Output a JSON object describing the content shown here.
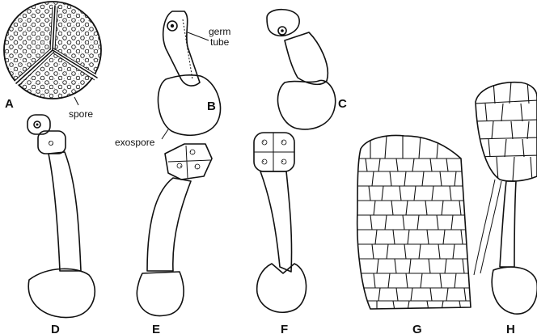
{
  "panels": {
    "A": "A",
    "B": "B",
    "C": "C",
    "D": "D",
    "E": "E",
    "F": "F",
    "G": "G",
    "H": "H"
  },
  "annotations": {
    "germ": "germ",
    "tube": "tube",
    "spore": "spore",
    "exospore": "exospore"
  }
}
